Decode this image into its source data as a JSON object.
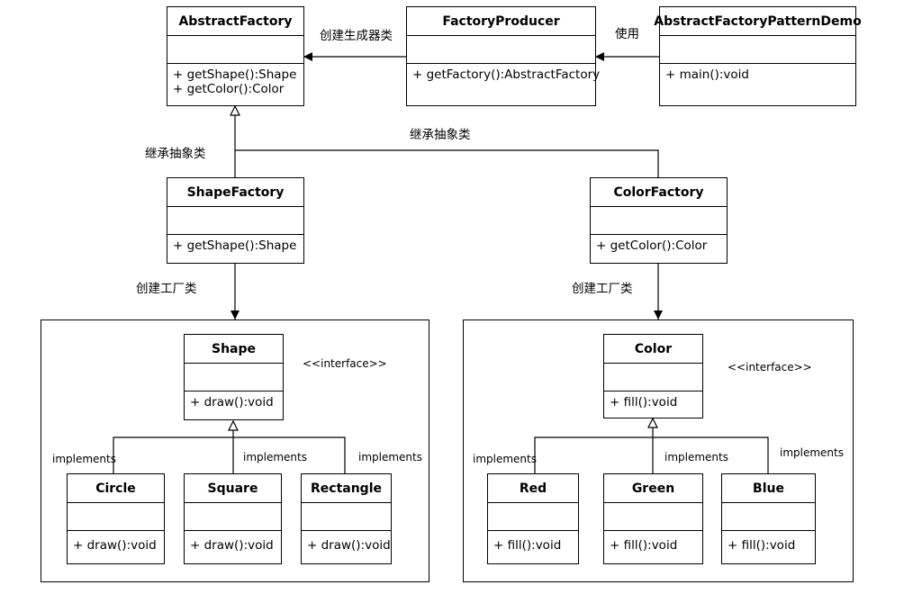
{
  "classes": {
    "abstract_factory": {
      "name": "AbstractFactory",
      "ops": [
        "+ getShape():Shape",
        "+ getColor():Color"
      ]
    },
    "factory_producer": {
      "name": "FactoryProducer",
      "ops": [
        "+ getFactory():AbstractFactory"
      ]
    },
    "demo": {
      "name": "AbstractFactoryPatternDemo",
      "ops": [
        "+ main():void"
      ]
    },
    "shape_factory": {
      "name": "ShapeFactory",
      "ops": [
        "+ getShape():Shape"
      ]
    },
    "color_factory": {
      "name": "ColorFactory",
      "ops": [
        "+ getColor():Color"
      ]
    },
    "shape": {
      "name": "Shape",
      "ops": [
        "+ draw():void"
      ]
    },
    "circle": {
      "name": "Circle",
      "ops": [
        "+ draw():void"
      ]
    },
    "square": {
      "name": "Square",
      "ops": [
        "+ draw():void"
      ]
    },
    "rectangle": {
      "name": "Rectangle",
      "ops": [
        "+ draw():void"
      ]
    },
    "color": {
      "name": "Color",
      "ops": [
        "+ fill():void"
      ]
    },
    "red": {
      "name": "Red",
      "ops": [
        "+ fill():void"
      ]
    },
    "green": {
      "name": "Green",
      "ops": [
        "+ fill():void"
      ]
    },
    "blue": {
      "name": "Blue",
      "ops": [
        "+ fill():void"
      ]
    }
  },
  "labels": {
    "create_generator": "创建生成器类",
    "use": "使用",
    "inherit_left": "继承抽象类",
    "inherit_right": "继承抽象类",
    "create_factory_left": "创建工厂类",
    "create_factory_right": "创建工厂类",
    "shape_stereotype": "<<interface>>",
    "color_stereotype": "<<interface>>",
    "impl_circle": "implements",
    "impl_square": "implements",
    "impl_rectangle": "implements",
    "impl_red": "implements",
    "impl_green": "implements",
    "impl_blue": "implements"
  }
}
